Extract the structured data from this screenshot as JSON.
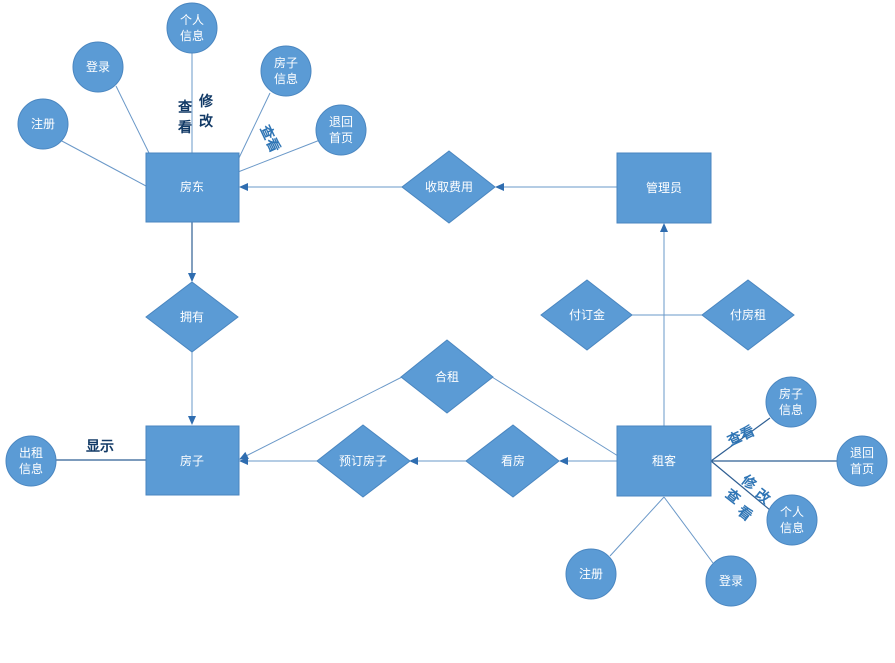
{
  "entities": {
    "landlord": "房东",
    "admin": "管理员",
    "house": "房子",
    "tenant": "租客"
  },
  "relationships": {
    "collect_fee": "收取费用",
    "own": "拥有",
    "pay_deposit": "付订金",
    "pay_rent": "付房租",
    "lease": "合租",
    "book_house": "预订房子",
    "view_house": "看房"
  },
  "attributes": {
    "landlord_profile": [
      "个人",
      "信息"
    ],
    "landlord_login": "登录",
    "landlord_register": "注册",
    "landlord_house_info": [
      "房子",
      "信息"
    ],
    "landlord_home": [
      "退回",
      "首页"
    ],
    "rental_info": [
      "出租",
      "信息"
    ],
    "tenant_house_info": [
      "房子",
      "信息"
    ],
    "tenant_home": [
      "退回",
      "首页"
    ],
    "tenant_profile": [
      "个人",
      "信息"
    ],
    "tenant_register": "注册",
    "tenant_login": "登录"
  },
  "edge_labels": {
    "view_col": [
      "查",
      "看"
    ],
    "modify_col": [
      "修",
      "改"
    ],
    "view": "查看",
    "display": "显示",
    "view_col2": [
      "查",
      "看"
    ],
    "modify_col2": [
      "修",
      "改"
    ]
  }
}
